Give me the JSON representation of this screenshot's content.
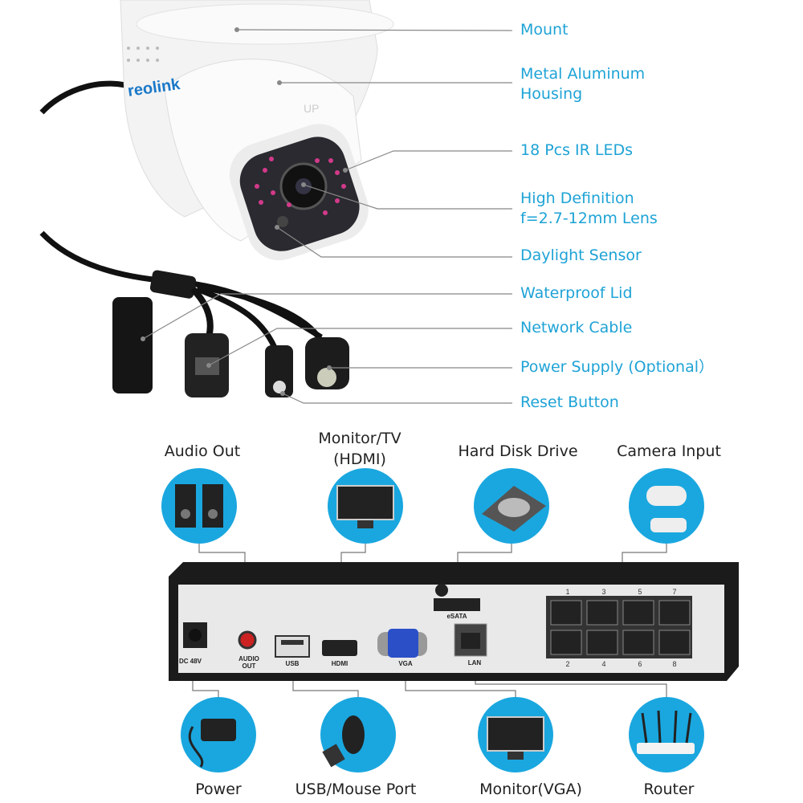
{
  "camera": {
    "brand_logo": "reolink",
    "mount_mark": "UP",
    "callouts": [
      {
        "id": "mount",
        "lines": [
          "Mount"
        ]
      },
      {
        "id": "housing",
        "lines": [
          "Metal Aluminum",
          "Housing"
        ]
      },
      {
        "id": "ir-leds",
        "lines": [
          "18 Pcs IR LEDs"
        ]
      },
      {
        "id": "lens",
        "lines": [
          "High Definition",
          "f=2.7-12mm Lens"
        ]
      },
      {
        "id": "daylight-sensor",
        "lines": [
          "Daylight Sensor"
        ]
      },
      {
        "id": "waterproof-lid",
        "lines": [
          "Waterproof Lid"
        ]
      },
      {
        "id": "network-cable",
        "lines": [
          "Network Cable"
        ]
      },
      {
        "id": "power-supply",
        "lines": [
          "Power Supply (Optional）"
        ]
      },
      {
        "id": "reset-button",
        "lines": [
          "Reset Button"
        ]
      }
    ]
  },
  "nvr": {
    "top_devices": [
      {
        "label": [
          "Audio Out"
        ],
        "icon": "speakers-icon"
      },
      {
        "label": [
          "Monitor/TV",
          "(HDMI)"
        ],
        "icon": "monitor-icon"
      },
      {
        "label": [
          "Hard Disk Drive"
        ],
        "icon": "hard-disk-icon"
      },
      {
        "label": [
          "Camera Input"
        ],
        "icon": "cameras-icon"
      }
    ],
    "bottom_devices": [
      {
        "label": "Power",
        "icon": "power-adapter-icon"
      },
      {
        "label": "USB/Mouse Port",
        "icon": "mouse-usb-icon"
      },
      {
        "label": "Monitor(VGA)",
        "icon": "monitor-icon"
      },
      {
        "label": "Router",
        "icon": "router-icon"
      }
    ],
    "ports": {
      "dc": "DC 48V",
      "audio": "AUDIO",
      "audio2": "OUT",
      "usb": "USB",
      "hdmi": "HDMI",
      "vga": "VGA",
      "lan": "LAN",
      "esata": "eSATA"
    },
    "poe_numbers_top": [
      "1",
      "3",
      "5",
      "7"
    ],
    "poe_numbers_bottom": [
      "2",
      "4",
      "6",
      "8"
    ]
  },
  "colors": {
    "accent": "#1ea3d6",
    "circle": "#1aa7df",
    "nvr_body": "#1b1b1b",
    "panel": "#e9e9e9"
  }
}
